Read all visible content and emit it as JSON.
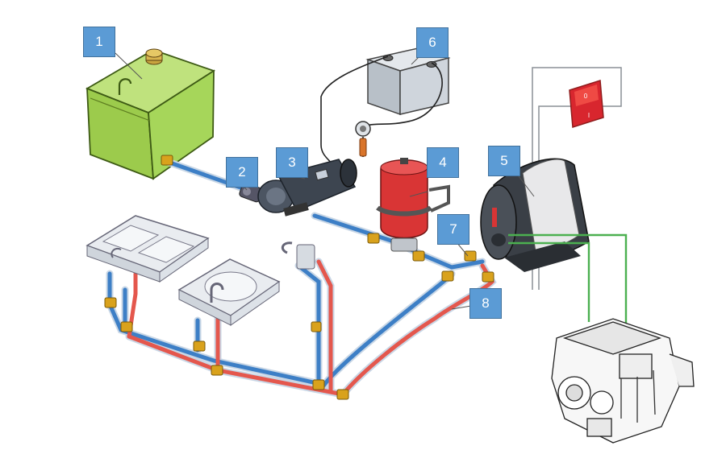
{
  "diagram": {
    "callouts": [
      {
        "id": "c1",
        "label": "1"
      },
      {
        "id": "c2",
        "label": "2"
      },
      {
        "id": "c3",
        "label": "3"
      },
      {
        "id": "c4",
        "label": "4"
      },
      {
        "id": "c5",
        "label": "5"
      },
      {
        "id": "c6",
        "label": "6"
      },
      {
        "id": "c7",
        "label": "7"
      },
      {
        "id": "c8",
        "label": "8"
      }
    ],
    "switch": {
      "on_mark": "0",
      "off_mark": "I"
    },
    "colors": {
      "callout_fill": "#5b9bd5",
      "callout_border": "#41719c",
      "tank": "#a6d65a",
      "cold_pipe": "#3d7fc6",
      "hot_pipe": "#e4574d",
      "pipe_outline": "#c9d7e6",
      "accumulator": "#d93535",
      "battery": "#c8cfd6",
      "switch": "#d8262e",
      "engine_loop": "#4cb050",
      "fitting": "#d9a21c"
    }
  }
}
